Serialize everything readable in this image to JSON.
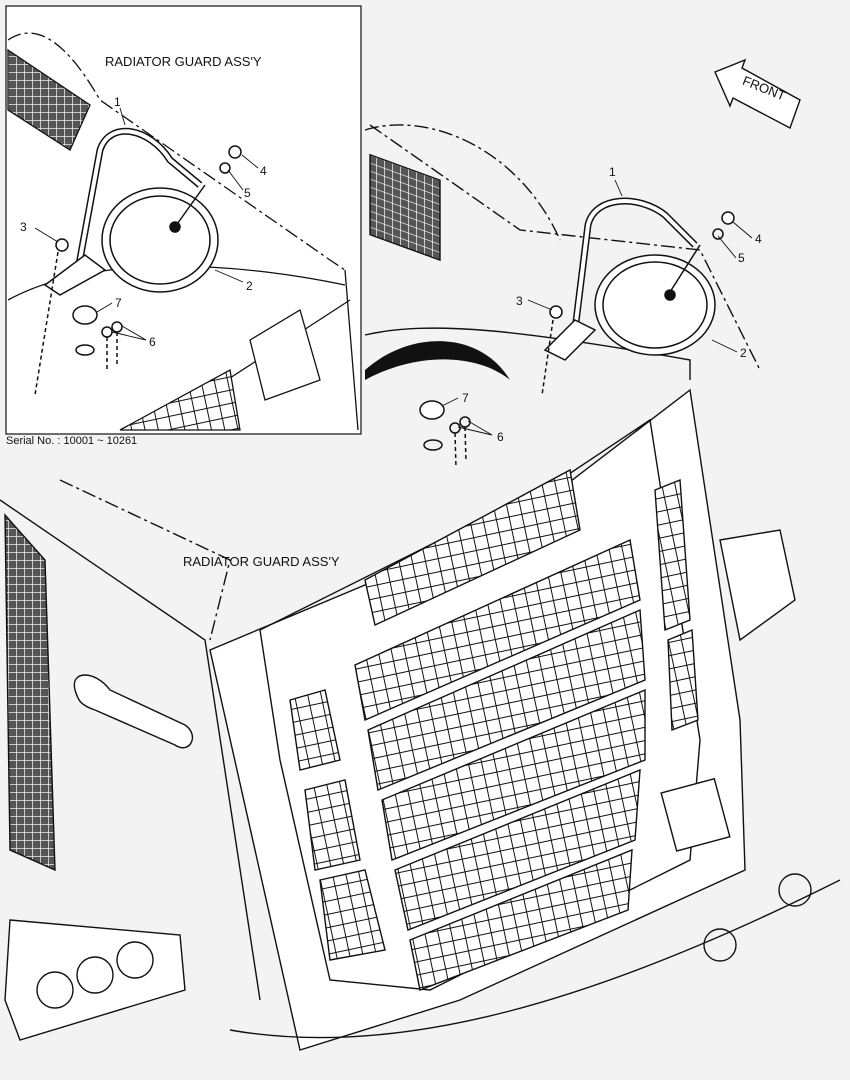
{
  "inset": {
    "title": "RADIATOR GUARD ASS'Y",
    "serial_text": "Serial No. : 10001 ~ 10261",
    "callouts": [
      "1",
      "2",
      "3",
      "4",
      "5",
      "6",
      "7"
    ]
  },
  "main": {
    "title": "RADIATOR GUARD ASS'Y",
    "front_label": "FRONT",
    "callouts": [
      "1",
      "2",
      "3",
      "4",
      "5",
      "6",
      "7"
    ]
  },
  "colors": {
    "line": "#111111",
    "background": "#f3f3f3",
    "panel": "#ffffff"
  }
}
